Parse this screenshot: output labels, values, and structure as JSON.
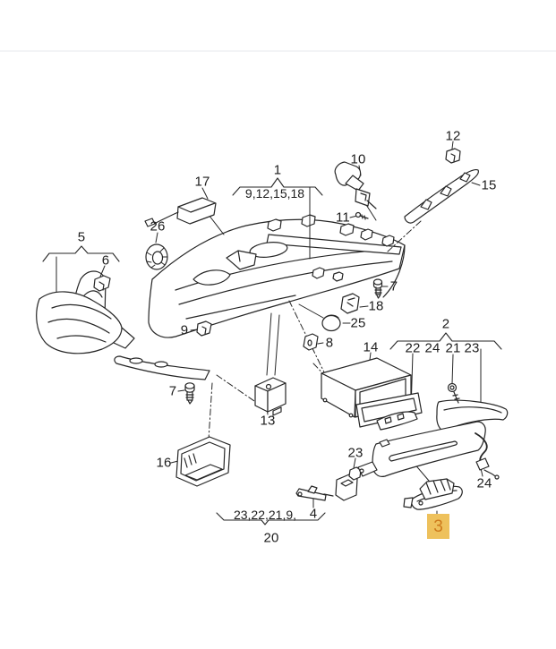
{
  "diagram_type": "exploded-parts-diagram",
  "line_color": "#262626",
  "label_color": "#1d1d1d",
  "highlight_color": "#eec15c",
  "highlight_text_color": "#cd7a1c",
  "highlighted_part": "3",
  "callouts": {
    "c1": "1",
    "g1": "9,12,15,18",
    "c2": "2",
    "c3": "3",
    "c4": "4",
    "c5": "5",
    "c6": "6",
    "c7a": "7",
    "c7b": "7",
    "c8": "8",
    "c9": "9",
    "c10": "10",
    "c11": "11",
    "c12": "12",
    "c13": "13",
    "c14": "14",
    "c15": "15",
    "c16": "16",
    "c17": "17",
    "c18": "18",
    "c20": "20",
    "g20": "23,22,21,9,",
    "c21": "21",
    "c22": "22",
    "c23a": "23",
    "c23b": "23",
    "c24a": "24",
    "c24b": "24",
    "c25": "25",
    "c26": "26"
  },
  "groups": [
    {
      "label": "1",
      "members_text": "9,12,15,18"
    },
    {
      "label": "2",
      "members_text": "22 24 21 23"
    },
    {
      "label": "20",
      "members_text": "23,22,21,9, 4"
    }
  ]
}
